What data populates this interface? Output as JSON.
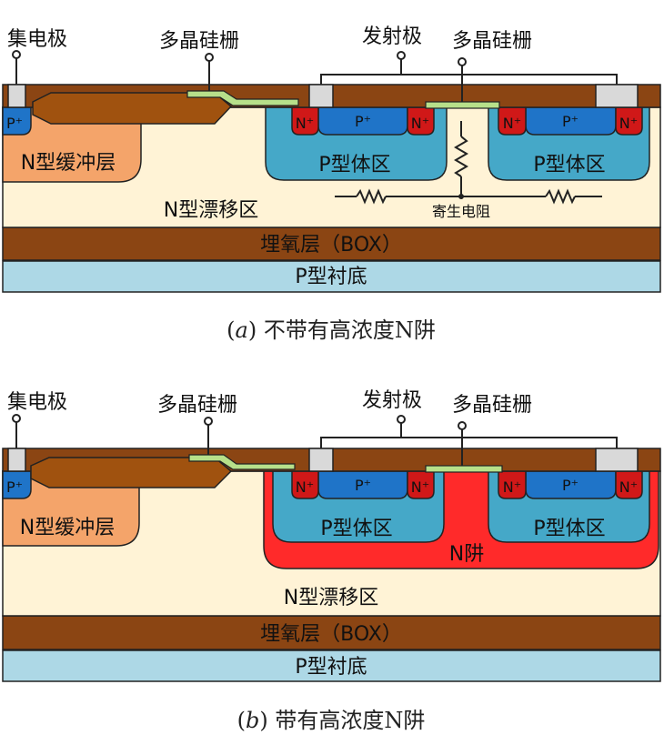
{
  "colors": {
    "oxide_brown": "#8B4513",
    "poly_brown": "#A0520F",
    "p_body_blue": "#45A8C8",
    "p_plus_blue": "#1F74C8",
    "n_plus_red": "#D01818",
    "n_well_red": "#FF2A2A",
    "n_buffer_orange": "#F4A46A",
    "drift_cream": "#FFF3D6",
    "substrate_lightblue": "#ADD8E6",
    "contact_gray": "#D9D9D9",
    "gate_green": "#B7E08A"
  },
  "panel_a": {
    "collector": "集电极",
    "gate_left": "多晶硅栅",
    "emitter": "发射极",
    "gate_right": "多晶硅栅",
    "p_plus_left": "P⁺",
    "n_plus_a": "N⁺",
    "p_plus_a": "P⁺",
    "n_plus_b": "N⁺",
    "n_plus_c": "N⁺",
    "p_plus_b": "P⁺",
    "n_plus_d": "N⁺",
    "n_buffer": "N型缓冲层",
    "p_body_left": "P型体区",
    "p_body_right": "P型体区",
    "drift": "N型漂移区",
    "parasitic_resistor": "寄生电阻",
    "box": "埋氧层（BOX）",
    "substrate": "P型衬底",
    "caption_letter": "a",
    "caption_text": "不带有高浓度N阱"
  },
  "panel_b": {
    "collector": "集电极",
    "gate_left": "多晶硅栅",
    "emitter": "发射极",
    "gate_right": "多晶硅栅",
    "p_plus_left": "P⁺",
    "n_plus_a": "N⁺",
    "p_plus_a": "P⁺",
    "n_plus_b": "N⁺",
    "n_plus_c": "N⁺",
    "p_plus_b": "P⁺",
    "n_plus_d": "N⁺",
    "n_buffer": "N型缓冲层",
    "p_body_left": "P型体区",
    "p_body_right": "P型体区",
    "n_well": "N阱",
    "drift": "N型漂移区",
    "box": "埋氧层（BOX）",
    "substrate": "P型衬底",
    "caption_letter": "b",
    "caption_text": "带有高浓度N阱"
  }
}
